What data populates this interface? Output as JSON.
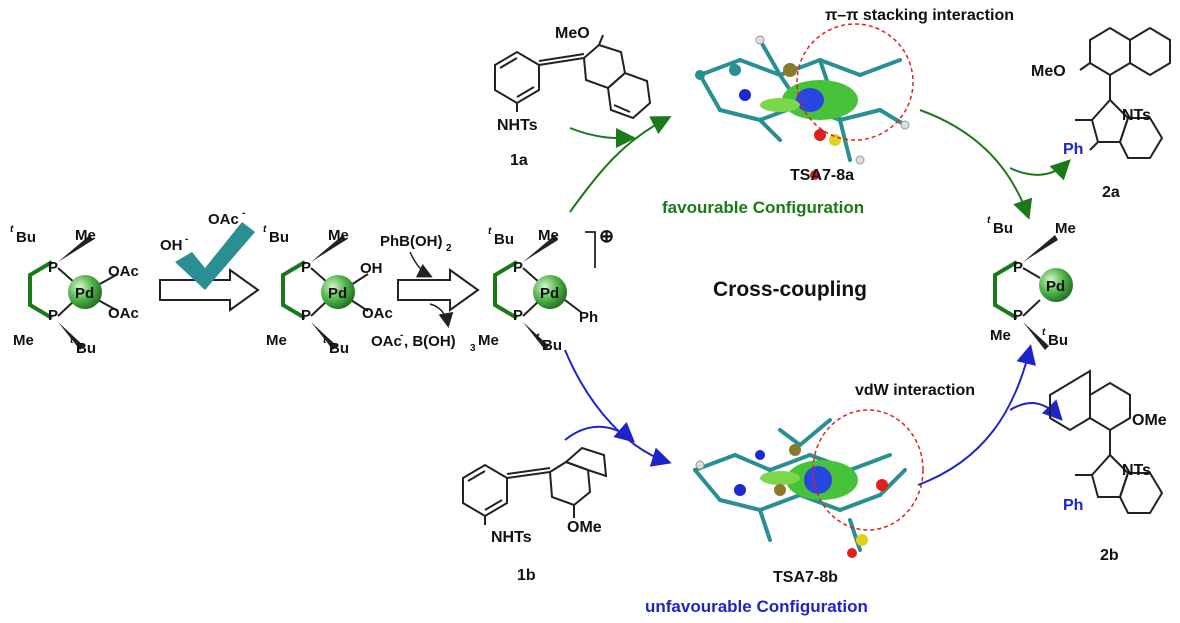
{
  "texts": {
    "pi_stacking": "π–π stacking interaction",
    "vdw": "vdW interaction",
    "tsa": "TSA7-8a",
    "tsb": "TSA7-8b",
    "fav": "favourable Configuration",
    "unfav": "unfavourable Configuration",
    "cross": "Cross-coupling",
    "c1a": "1a",
    "c1b": "1b",
    "c2a": "2a",
    "c2b": "2b",
    "oh": "OH",
    "oac_top": "OAc",
    "phboh": "PhB(OH)",
    "phboh_sub": "2",
    "byprod": "OAc",
    "byprod2": ", B(OH)",
    "byprod_sub": "3",
    "nhts": "NHTs",
    "ome": "OMe",
    "meo": "MeO",
    "nts": "NTs",
    "ph": "Ph",
    "pd": "Pd",
    "p": "P",
    "tbu": "Bu",
    "t_sup": "t",
    "me": "Me",
    "oac": "OAc",
    "neg": "-",
    "plus": "⊕"
  },
  "colors": {
    "green": "#1a7a1a",
    "blue": "#1f24c8",
    "teal": "#2a8f92",
    "pd_ball": "#3aa63a"
  }
}
